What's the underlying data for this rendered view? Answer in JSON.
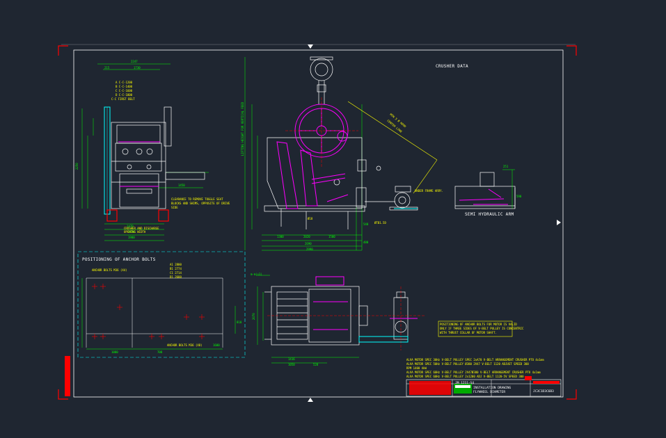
{
  "drawing": {
    "colors": {
      "background": "#1f2631",
      "frame": "#ffffff",
      "crop_marks": "#ff0000",
      "machine": "#ffffff",
      "dimension": "#00ff00",
      "motion": "#ff00ff",
      "cyan": "#00ffff",
      "yellow_text": "#ffff00",
      "red": "#ff0000"
    },
    "labels": {
      "crusher_data": "CRUSHER DATA",
      "anchor_bolts": "POSITIONING OF ANCHOR BOLTS",
      "semi_hydraulic_arm": "SEMI HYDRAULIC ARM",
      "motor_note": "UNDER FRAME ARRY."
    },
    "title_block": {
      "drawing_no": "JM 1211-S4",
      "title_line1": "INSTALLATION DRAWING",
      "title_line2": "FLYWHEEL DIAMETER",
      "doc_code": "JC3C1D3C6B3"
    }
  }
}
